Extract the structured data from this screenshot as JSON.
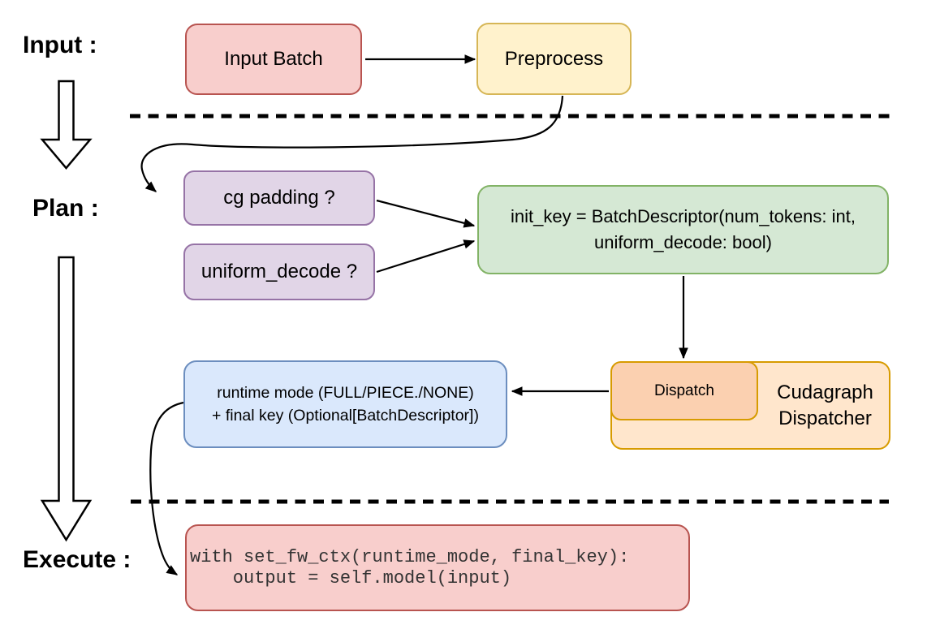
{
  "stages": {
    "input_label": "Input :",
    "plan_label": "Plan :",
    "execute_label": "Execute :"
  },
  "nodes": {
    "input_batch": {
      "label": "Input Batch"
    },
    "preprocess": {
      "label": "Preprocess"
    },
    "cg_padding": {
      "label": "cg padding ?"
    },
    "uniform_decode": {
      "label": "uniform_decode ?"
    },
    "init_key": {
      "lines": {
        "0": "init_key = BatchDescriptor(num_tokens: int,",
        "1": "uniform_decode: bool)"
      }
    },
    "dispatch": {
      "label": "Dispatch"
    },
    "cudagraph_dispatcher": {
      "lines": {
        "0": "Cudagraph",
        "1": "Dispatcher"
      }
    },
    "runtime_result": {
      "lines": {
        "0": "runtime mode (FULL/PIECE./NONE)",
        "1": "+ final key (Optional[BatchDescriptor])"
      }
    },
    "execute_code": {
      "lines": {
        "0": "with set_fw_ctx(runtime_mode, final_key):",
        "1": "    output = self.model(input)"
      }
    }
  },
  "colors": {
    "pink_fill": "#F8CECC",
    "pink_stroke": "#B85450",
    "yellow_fill": "#FFF2CC",
    "yellow_stroke": "#D6B656",
    "purple_fill": "#E1D5E7",
    "purple_stroke": "#9673A6",
    "green_fill": "#D5E8D4",
    "green_stroke": "#82B366",
    "orange_fill": "#FFE6CC",
    "orange_stroke": "#D79B00",
    "dispatch_fill": "#FBD0B0",
    "blue_fill": "#DAE8FC",
    "blue_stroke": "#6C8EBF",
    "connector": "#000000"
  }
}
